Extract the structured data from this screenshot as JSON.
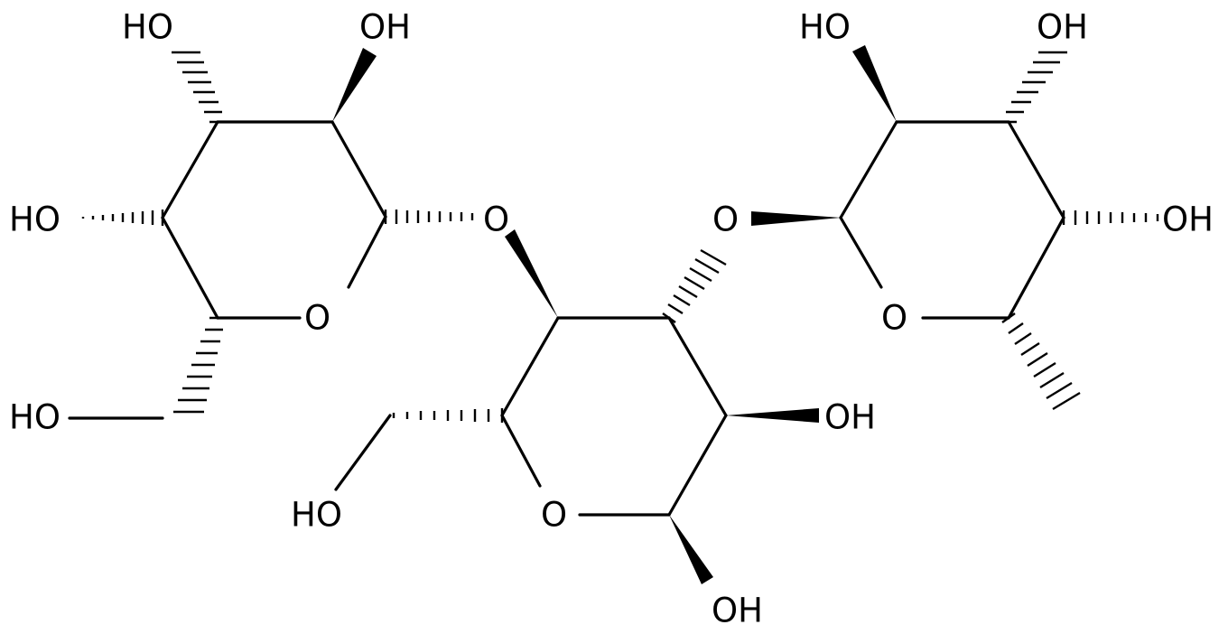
{
  "molecule": {
    "labels": {
      "ring_oxygen": "O",
      "hydroxyl_left": "HO",
      "hydroxyl_right": "OH"
    },
    "atoms": [
      {
        "id": "l_ho_c4",
        "text": "HO"
      },
      {
        "id": "l_oh_c3",
        "text": "OH"
      },
      {
        "id": "l_ho_c5",
        "text": "HO"
      },
      {
        "id": "l_ring_o",
        "text": "O"
      },
      {
        "id": "l_ho_ch2",
        "text": "HO"
      },
      {
        "id": "link_o_left",
        "text": "O"
      },
      {
        "id": "m_ho_ch2",
        "text": "HO"
      },
      {
        "id": "m_ring_o",
        "text": "O"
      },
      {
        "id": "m_oh_c2",
        "text": "OH"
      },
      {
        "id": "m_oh_anomeric",
        "text": "OH"
      },
      {
        "id": "link_o_right",
        "text": "O"
      },
      {
        "id": "r_ho_c2",
        "text": "HO"
      },
      {
        "id": "r_oh_c3",
        "text": "OH"
      },
      {
        "id": "r_oh_c4",
        "text": "OH"
      },
      {
        "id": "r_ring_o",
        "text": "O"
      }
    ]
  }
}
